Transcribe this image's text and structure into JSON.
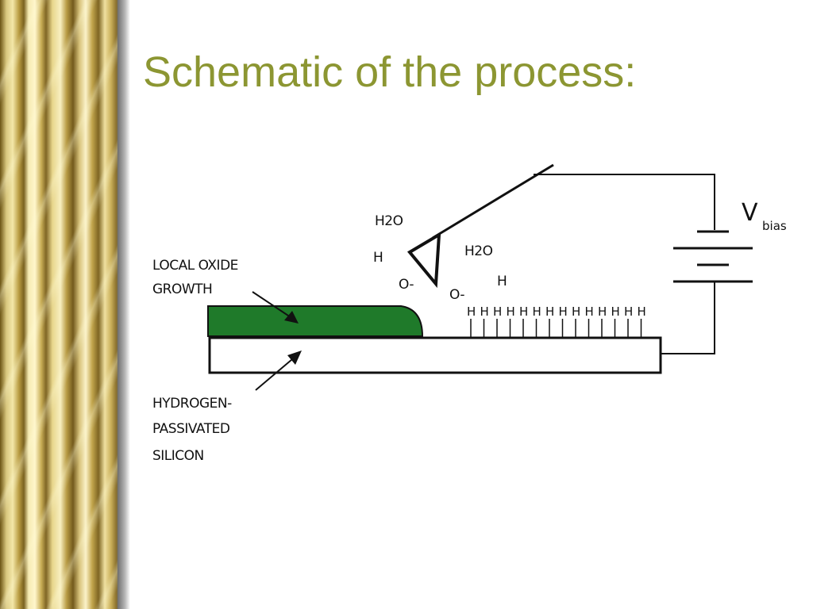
{
  "slide": {
    "title": "Schematic of the process:"
  },
  "diagram": {
    "labels": {
      "local_oxide_line1": "LOCAL OXIDE",
      "local_oxide_line2": "GROWTH",
      "hydrogen_line1": "HYDROGEN-",
      "hydrogen_line2": "PASSIVATED",
      "hydrogen_line3": "SILICON",
      "water_left": "H2O",
      "h_left": "H",
      "o_minus_left": "O-",
      "water_right": "H2O",
      "h_right": "H",
      "o_minus_right": "O-",
      "vbias_main": "V",
      "vbias_sub": "bias"
    },
    "surface_atom": "H",
    "surface_atom_count": 14,
    "colors": {
      "oxide": "#1f7a2a",
      "title": "#8c9632"
    }
  }
}
